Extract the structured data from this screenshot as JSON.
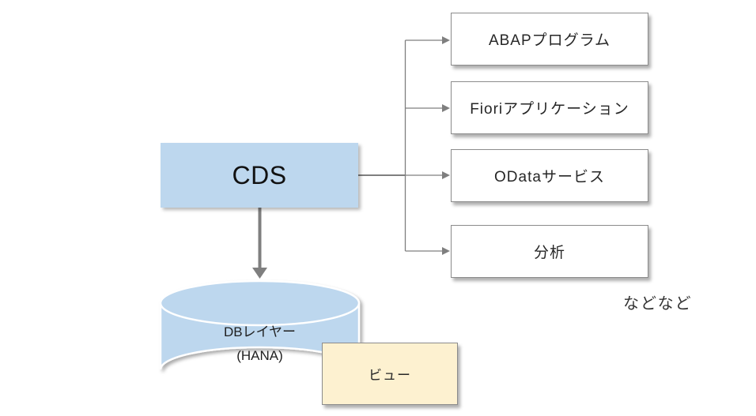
{
  "diagram": {
    "source": {
      "label": "CDS"
    },
    "targets": [
      {
        "label": "ABAPプログラム"
      },
      {
        "label": "Fioriアプリケーション"
      },
      {
        "label": "ODataサービス"
      },
      {
        "label": "分析"
      }
    ],
    "etc_label": "などなど",
    "database": {
      "line1": "DBレイヤー",
      "line2": "(HANA)"
    },
    "view": {
      "label": "ビュー"
    },
    "icons": {
      "branch_arrows": "arrow-right-icon",
      "db_arrow": "arrow-down-icon"
    },
    "colors": {
      "node_fill_blue": "#BDD7EE",
      "view_fill_yellow": "#FDF1D0",
      "connector_gray": "#7F7F7F",
      "box_border_gray": "#8C8C8C",
      "cylinder_stroke": "#FFFFFF",
      "text": "#262626",
      "background": "#FFFFFF"
    }
  }
}
